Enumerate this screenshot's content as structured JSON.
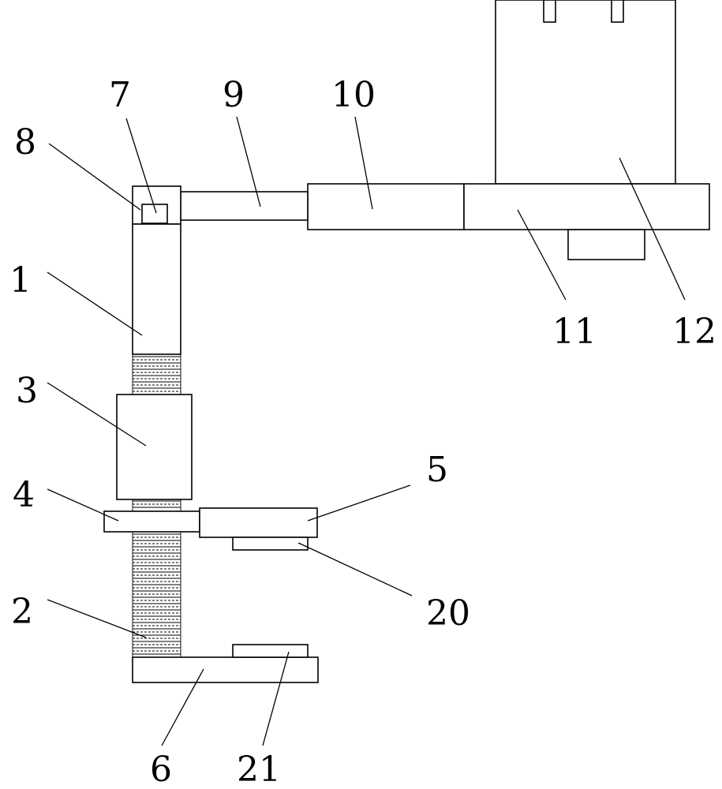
{
  "labels": {
    "l1": "1",
    "l2": "2",
    "l3": "3",
    "l4": "4",
    "l5": "5",
    "l6": "6",
    "l7": "7",
    "l8": "8",
    "l9": "9",
    "l10": "10",
    "l11": "11",
    "l12": "12",
    "l20": "20",
    "l21": "21"
  }
}
